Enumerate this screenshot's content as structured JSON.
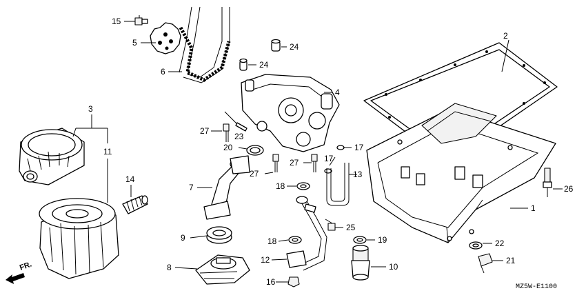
{
  "diagram": {
    "code": "MZ5W-E1100",
    "direction_label": "FR.",
    "callouts": [
      {
        "id": "c15",
        "text": "15"
      },
      {
        "id": "c5",
        "text": "5"
      },
      {
        "id": "c6",
        "text": "6"
      },
      {
        "id": "c24a",
        "text": "24"
      },
      {
        "id": "c24b",
        "text": "24"
      },
      {
        "id": "c4",
        "text": "4"
      },
      {
        "id": "c2",
        "text": "2"
      },
      {
        "id": "c3",
        "text": "3"
      },
      {
        "id": "c11",
        "text": "11"
      },
      {
        "id": "c27a",
        "text": "27"
      },
      {
        "id": "c23",
        "text": "23"
      },
      {
        "id": "c20",
        "text": "20"
      },
      {
        "id": "c17a",
        "text": "17"
      },
      {
        "id": "c17b",
        "text": "17"
      },
      {
        "id": "c27b",
        "text": "27"
      },
      {
        "id": "c27c",
        "text": "27"
      },
      {
        "id": "c13",
        "text": "13"
      },
      {
        "id": "c14",
        "text": "14"
      },
      {
        "id": "c7",
        "text": "7"
      },
      {
        "id": "c18a",
        "text": "18"
      },
      {
        "id": "c26",
        "text": "26"
      },
      {
        "id": "c1",
        "text": "1"
      },
      {
        "id": "c25",
        "text": "25"
      },
      {
        "id": "c9",
        "text": "9"
      },
      {
        "id": "c18b",
        "text": "18"
      },
      {
        "id": "c19",
        "text": "19"
      },
      {
        "id": "c22",
        "text": "22"
      },
      {
        "id": "c12",
        "text": "12"
      },
      {
        "id": "c10",
        "text": "10"
      },
      {
        "id": "c21",
        "text": "21"
      },
      {
        "id": "c8",
        "text": "8"
      },
      {
        "id": "c16",
        "text": "16"
      }
    ]
  }
}
